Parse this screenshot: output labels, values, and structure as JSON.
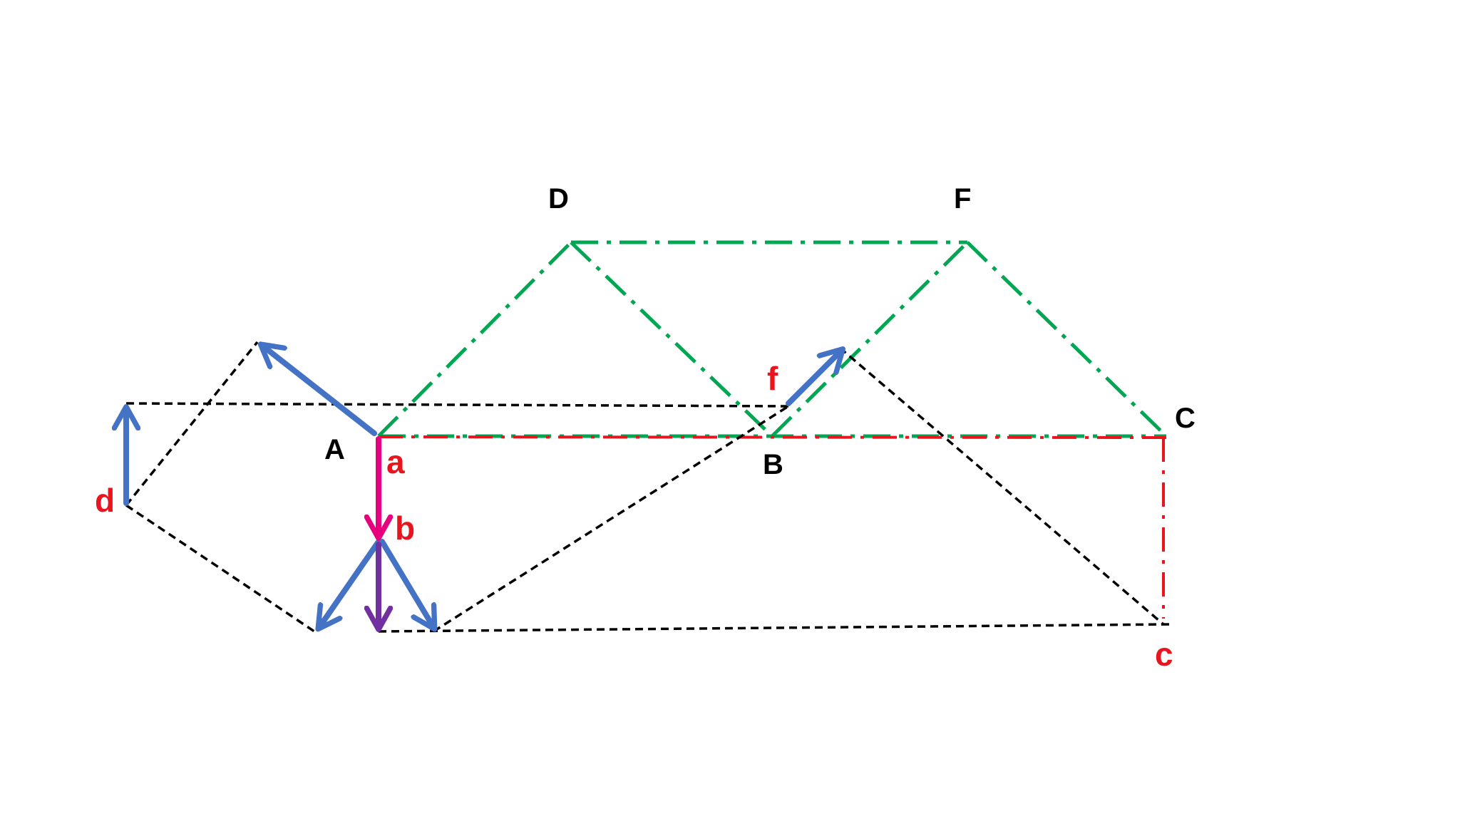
{
  "colors": {
    "truss_line": "#00a651",
    "force_polygon": "#000000",
    "reaction_line": "#e8141e",
    "force_vector": "#4472c4",
    "load_vector": "#e6007e",
    "resultant_vector": "#7030a0",
    "node_label": "#000000",
    "vector_label": "#e8141e"
  },
  "node_labels": {
    "A": "A",
    "B": "B",
    "C": "C",
    "D": "D",
    "F": "F"
  },
  "vector_labels": {
    "a": "a",
    "b": "b",
    "c": "c",
    "d": "d",
    "f": "f"
  }
}
